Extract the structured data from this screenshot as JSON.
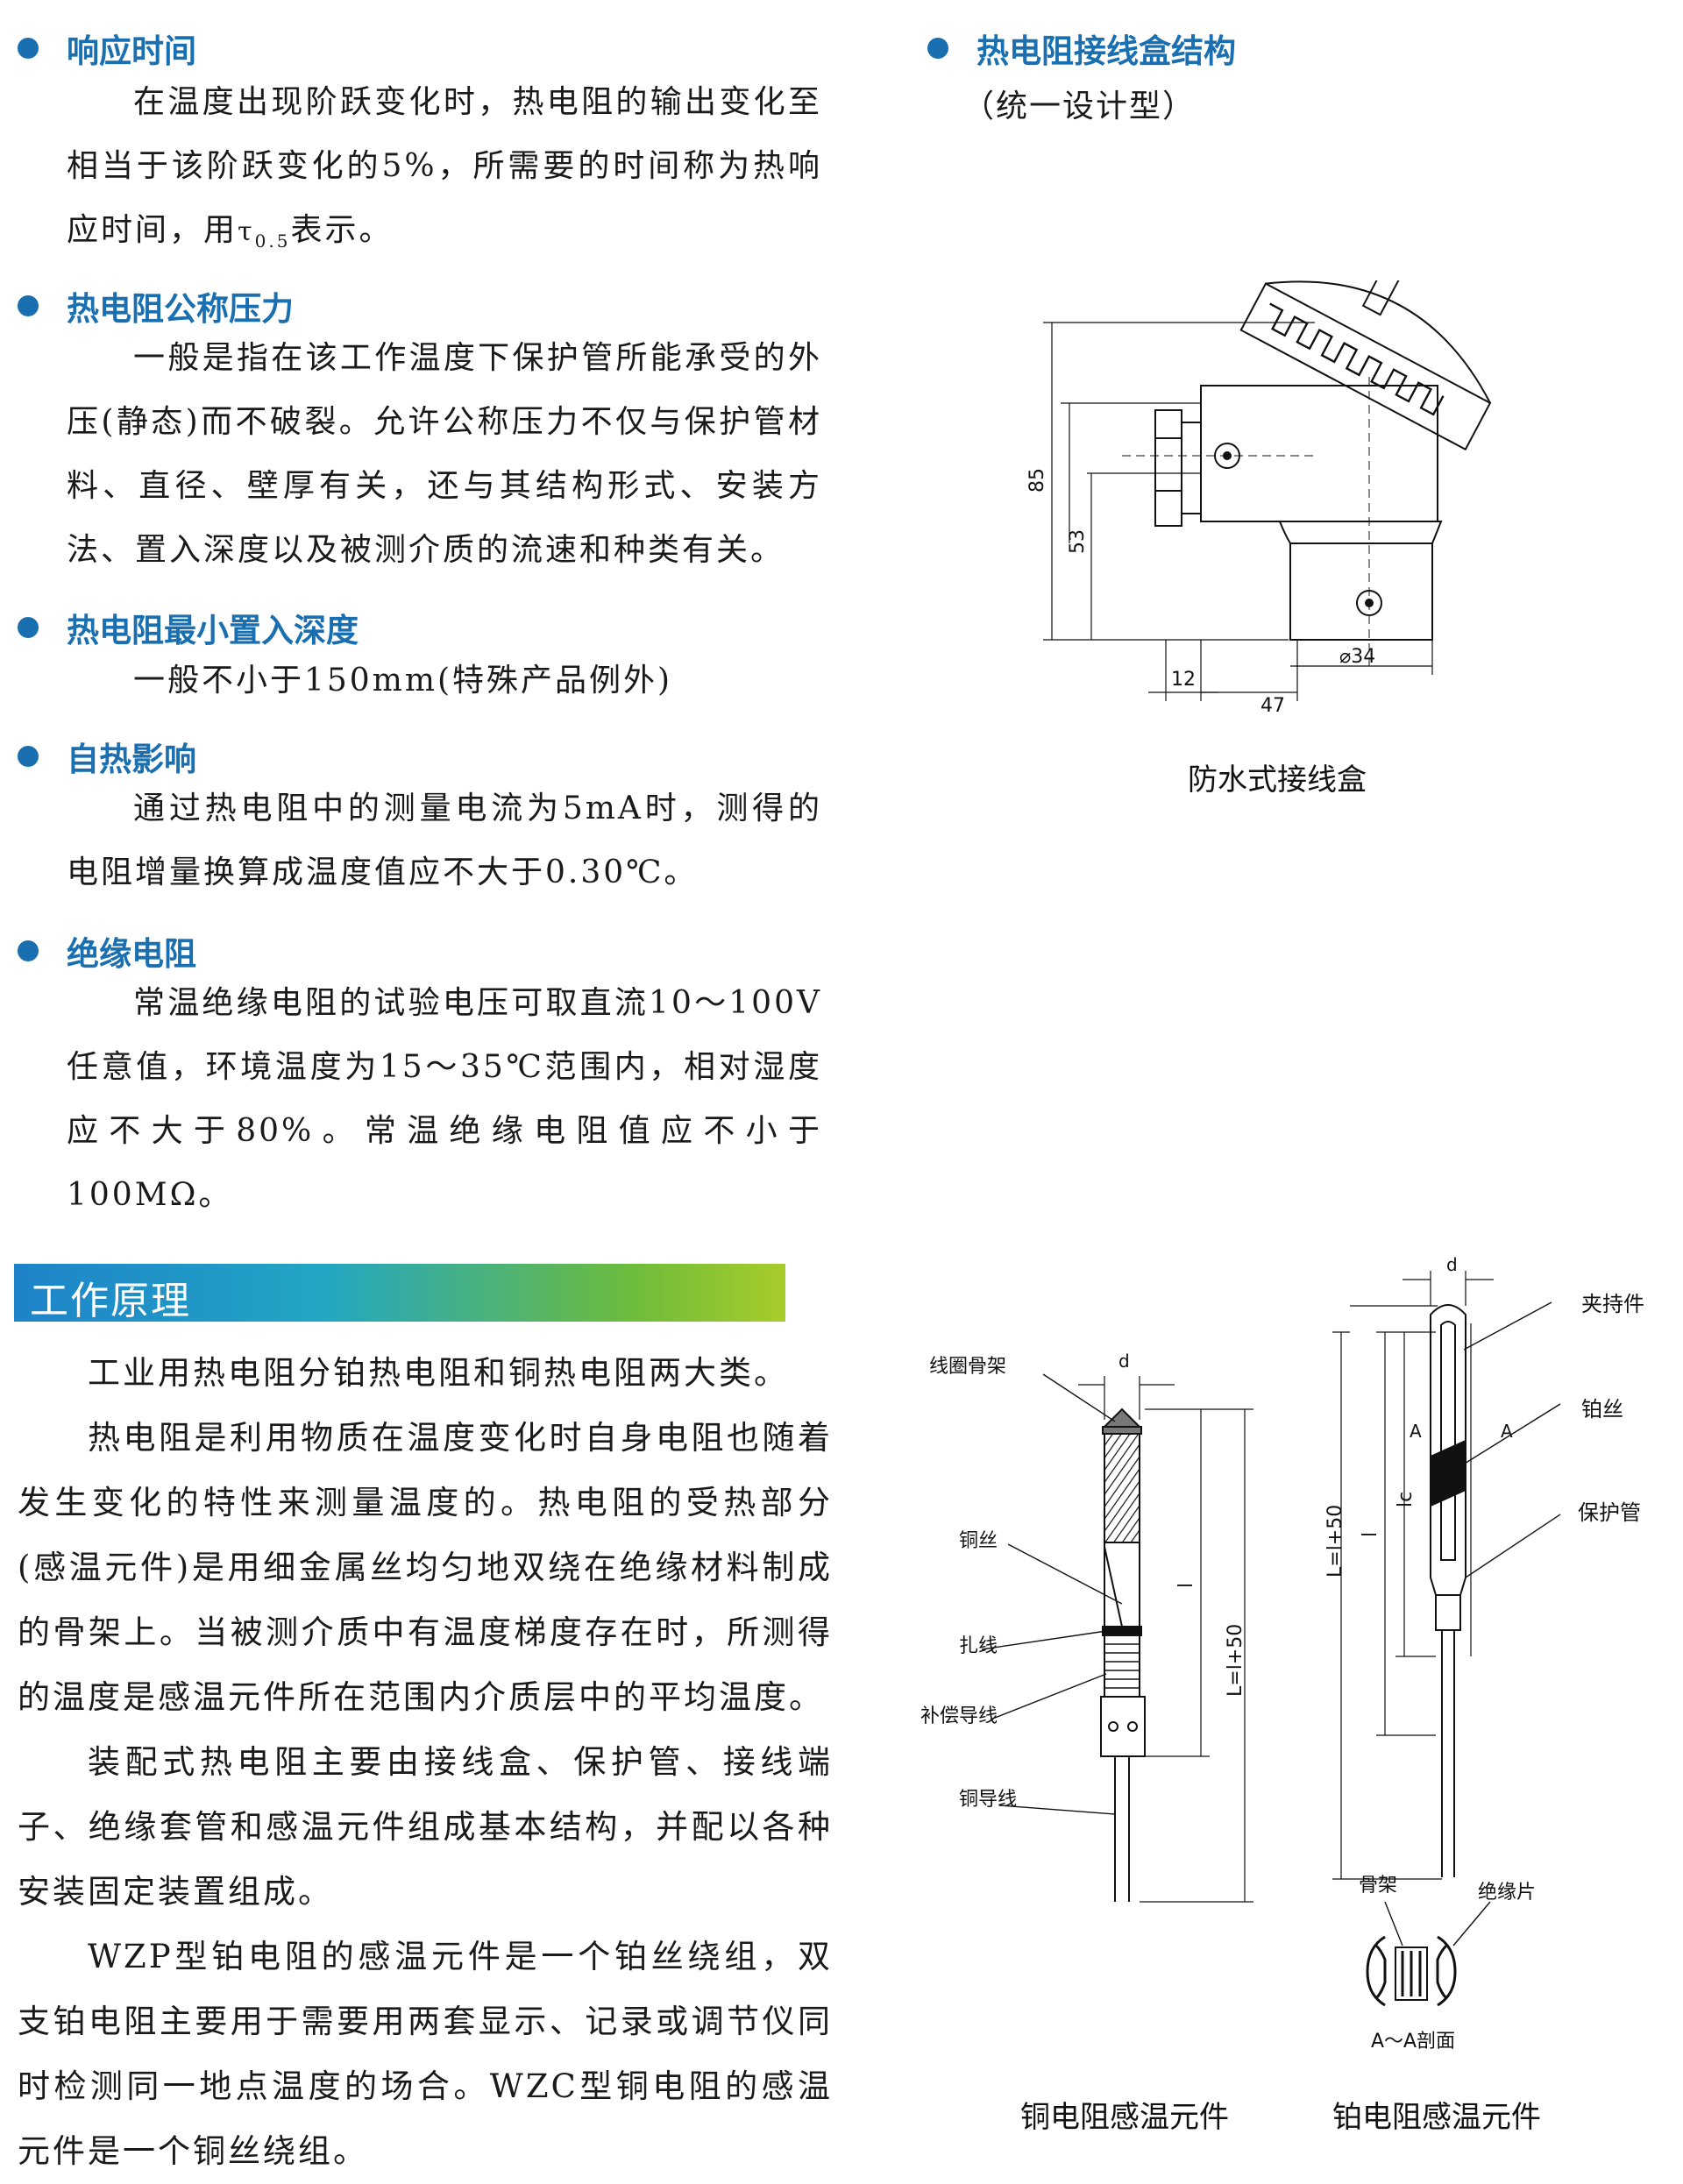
{
  "sections": {
    "response_time": {
      "title": "响应时间",
      "body_a": "在温度出现阶跃变化时，热电阻的输出变化至相当于该阶跃变化的5%，所需要的时间称为热响应时间，用",
      "symbol": "τ",
      "subscript": "0.5",
      "body_b": "表示。"
    },
    "nominal_pressure": {
      "title": "热电阻公称压力",
      "body": "一般是指在该工作温度下保护管所能承受的外压(静态)而不破裂。允许公称压力不仅与保护管材料、直径、壁厚有关，还与其结构形式、安装方法、置入深度以及被测介质的流速和种类有关。"
    },
    "min_depth": {
      "title": "热电阻最小置入深度",
      "body": "一般不小于150mm(特殊产品例外)"
    },
    "self_heating": {
      "title": "自热影响",
      "body": "通过热电阻中的测量电流为5mA时，测得的电阻增量换算成温度值应不大于0.30℃。"
    },
    "insulation": {
      "title": "绝缘电阻",
      "body": "常温绝缘电阻的试验电压可取直流10～100V任意值，环境温度为15～35℃范围内，相对湿度应不大于80%。常温绝缘电阻值应不小于100MΩ。"
    },
    "junction_box": {
      "title": "热电阻接线盒结构",
      "subtitle": "（统一设计型）"
    }
  },
  "junction_box_figure": {
    "dim_85": "85",
    "dim_53": "53",
    "dim_12": "12",
    "dim_47": "47",
    "dim_d34": "⌀34",
    "caption": "防水式接线盒"
  },
  "principle": {
    "banner": "工作原理",
    "p1": "工业用热电阻分铂热电阻和铜热电阻两大类。",
    "p2": "热电阻是利用物质在温度变化时自身电阻也随着发生变化的特性来测量温度的。热电阻的受热部分(感温元件)是用细金属丝均匀地双绕在绝缘材料制成的骨架上。当被测介质中有温度梯度存在时，所测得的温度是感温元件所在范围内介质层中的平均温度。",
    "p3": "装配式热电阻主要由接线盒、保护管、接线端子、绝缘套管和感温元件组成基本结构，并配以各种安装固定装置组成。",
    "p4": "WZP型铂电阻的感温元件是一个铂丝绕组，双支铂电阻主要用于需要用两套显示、记录或调节仪同时检测同一地点温度的场合。WZC型铜电阻的感温元件是一个铜丝绕组。"
  },
  "copper_figure": {
    "label_bobbin": "线圈骨架",
    "label_d": "d",
    "label_wire": "铜丝",
    "label_tie": "扎线",
    "label_comp": "补偿导线",
    "label_lead": "铜导线",
    "label_l": "l",
    "label_L": "L=l+50",
    "caption": "铜电阻感温元件"
  },
  "platinum_figure": {
    "label_d": "d",
    "label_clip": "夹持件",
    "label_pt": "铂丝",
    "label_tube": "保护管",
    "label_A1": "A",
    "label_A2": "A",
    "label_l": "l",
    "label_lc": "lc",
    "label_L": "L=l+50",
    "label_frame": "骨架",
    "label_insul": "绝缘片",
    "label_section": "A～A剖面",
    "caption": "铂电阻感温元件"
  }
}
